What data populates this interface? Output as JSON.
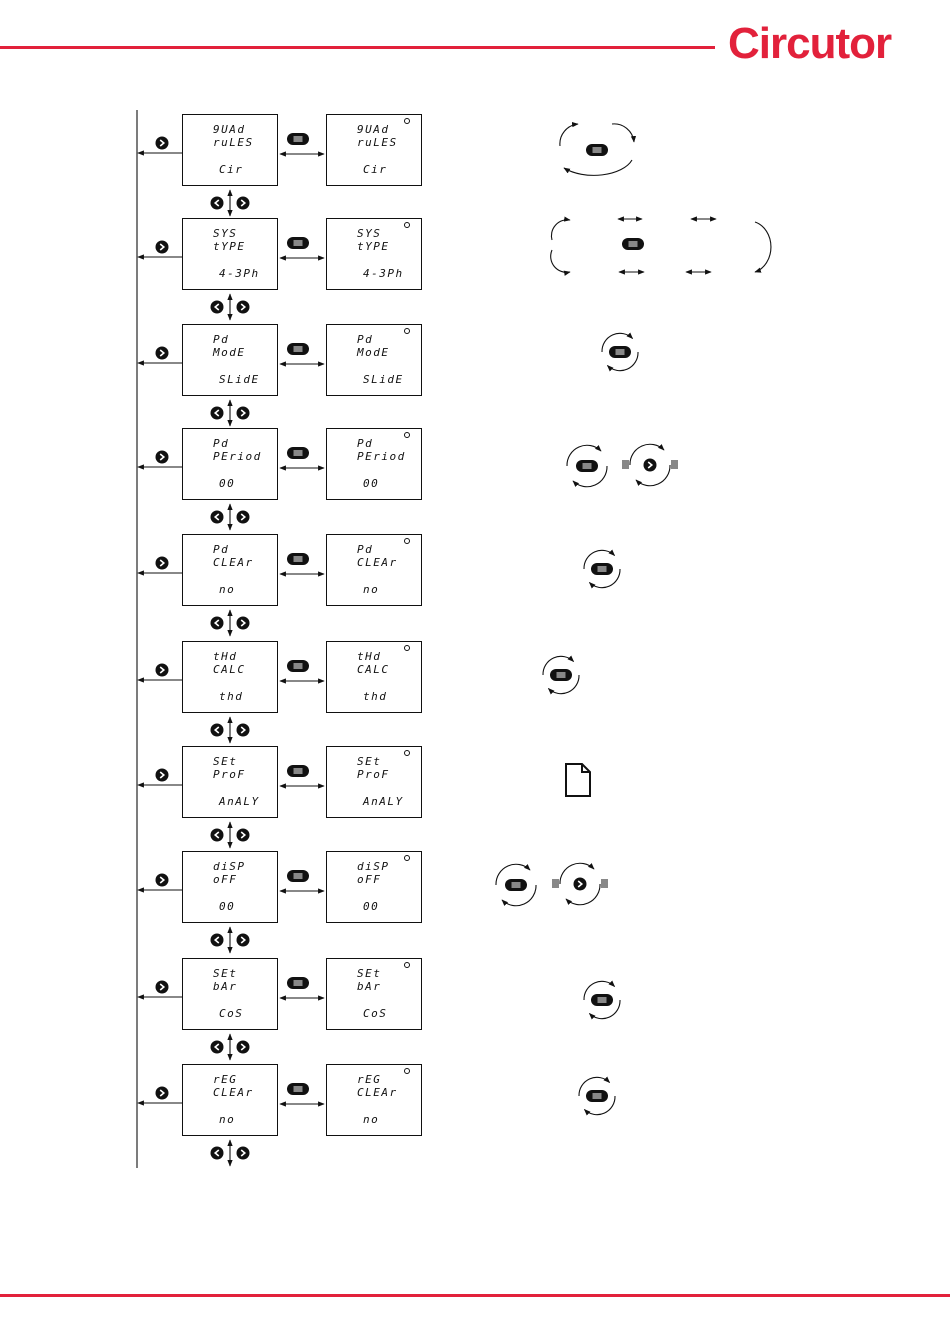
{
  "brand": {
    "logo_text": "Circutor",
    "accent_color": "#e2213b"
  },
  "steps": [
    {
      "lines": [
        "9UAd",
        "ruLES",
        "Cir"
      ],
      "flow": "quad-rules"
    },
    {
      "lines": [
        "SYS",
        "tYPE",
        "4-3Ph"
      ],
      "flow": "sys-type"
    },
    {
      "lines": [
        "Pd",
        "ModE",
        "SLidE"
      ],
      "flow": "pd-mode"
    },
    {
      "lines": [
        "Pd",
        "PEriod",
        "00"
      ],
      "flow": "pd-period"
    },
    {
      "lines": [
        "Pd",
        "CLEAr",
        "no"
      ],
      "flow": "pd-clear"
    },
    {
      "lines": [
        "tHd",
        "CALC",
        "thd"
      ],
      "flow": "thd-calc"
    },
    {
      "lines": [
        "SEt",
        "ProF",
        "AnALY"
      ],
      "flow": "set-prof"
    },
    {
      "lines": [
        "diSP",
        "oFF",
        "00"
      ],
      "flow": "disp-off"
    },
    {
      "lines": [
        "SEt",
        "bAr",
        "CoS"
      ],
      "flow": "set-bar"
    },
    {
      "lines": [
        "rEG",
        "CLEAr",
        "no"
      ],
      "flow": "reg-clear"
    }
  ],
  "icons": {
    "next_key": "chevron-right-key-icon",
    "prev_key": "chevron-left-key-icon",
    "menu_key": "menu-key-icon",
    "edit_indicator": "edit-dot-icon",
    "profile_document": "document-icon"
  }
}
